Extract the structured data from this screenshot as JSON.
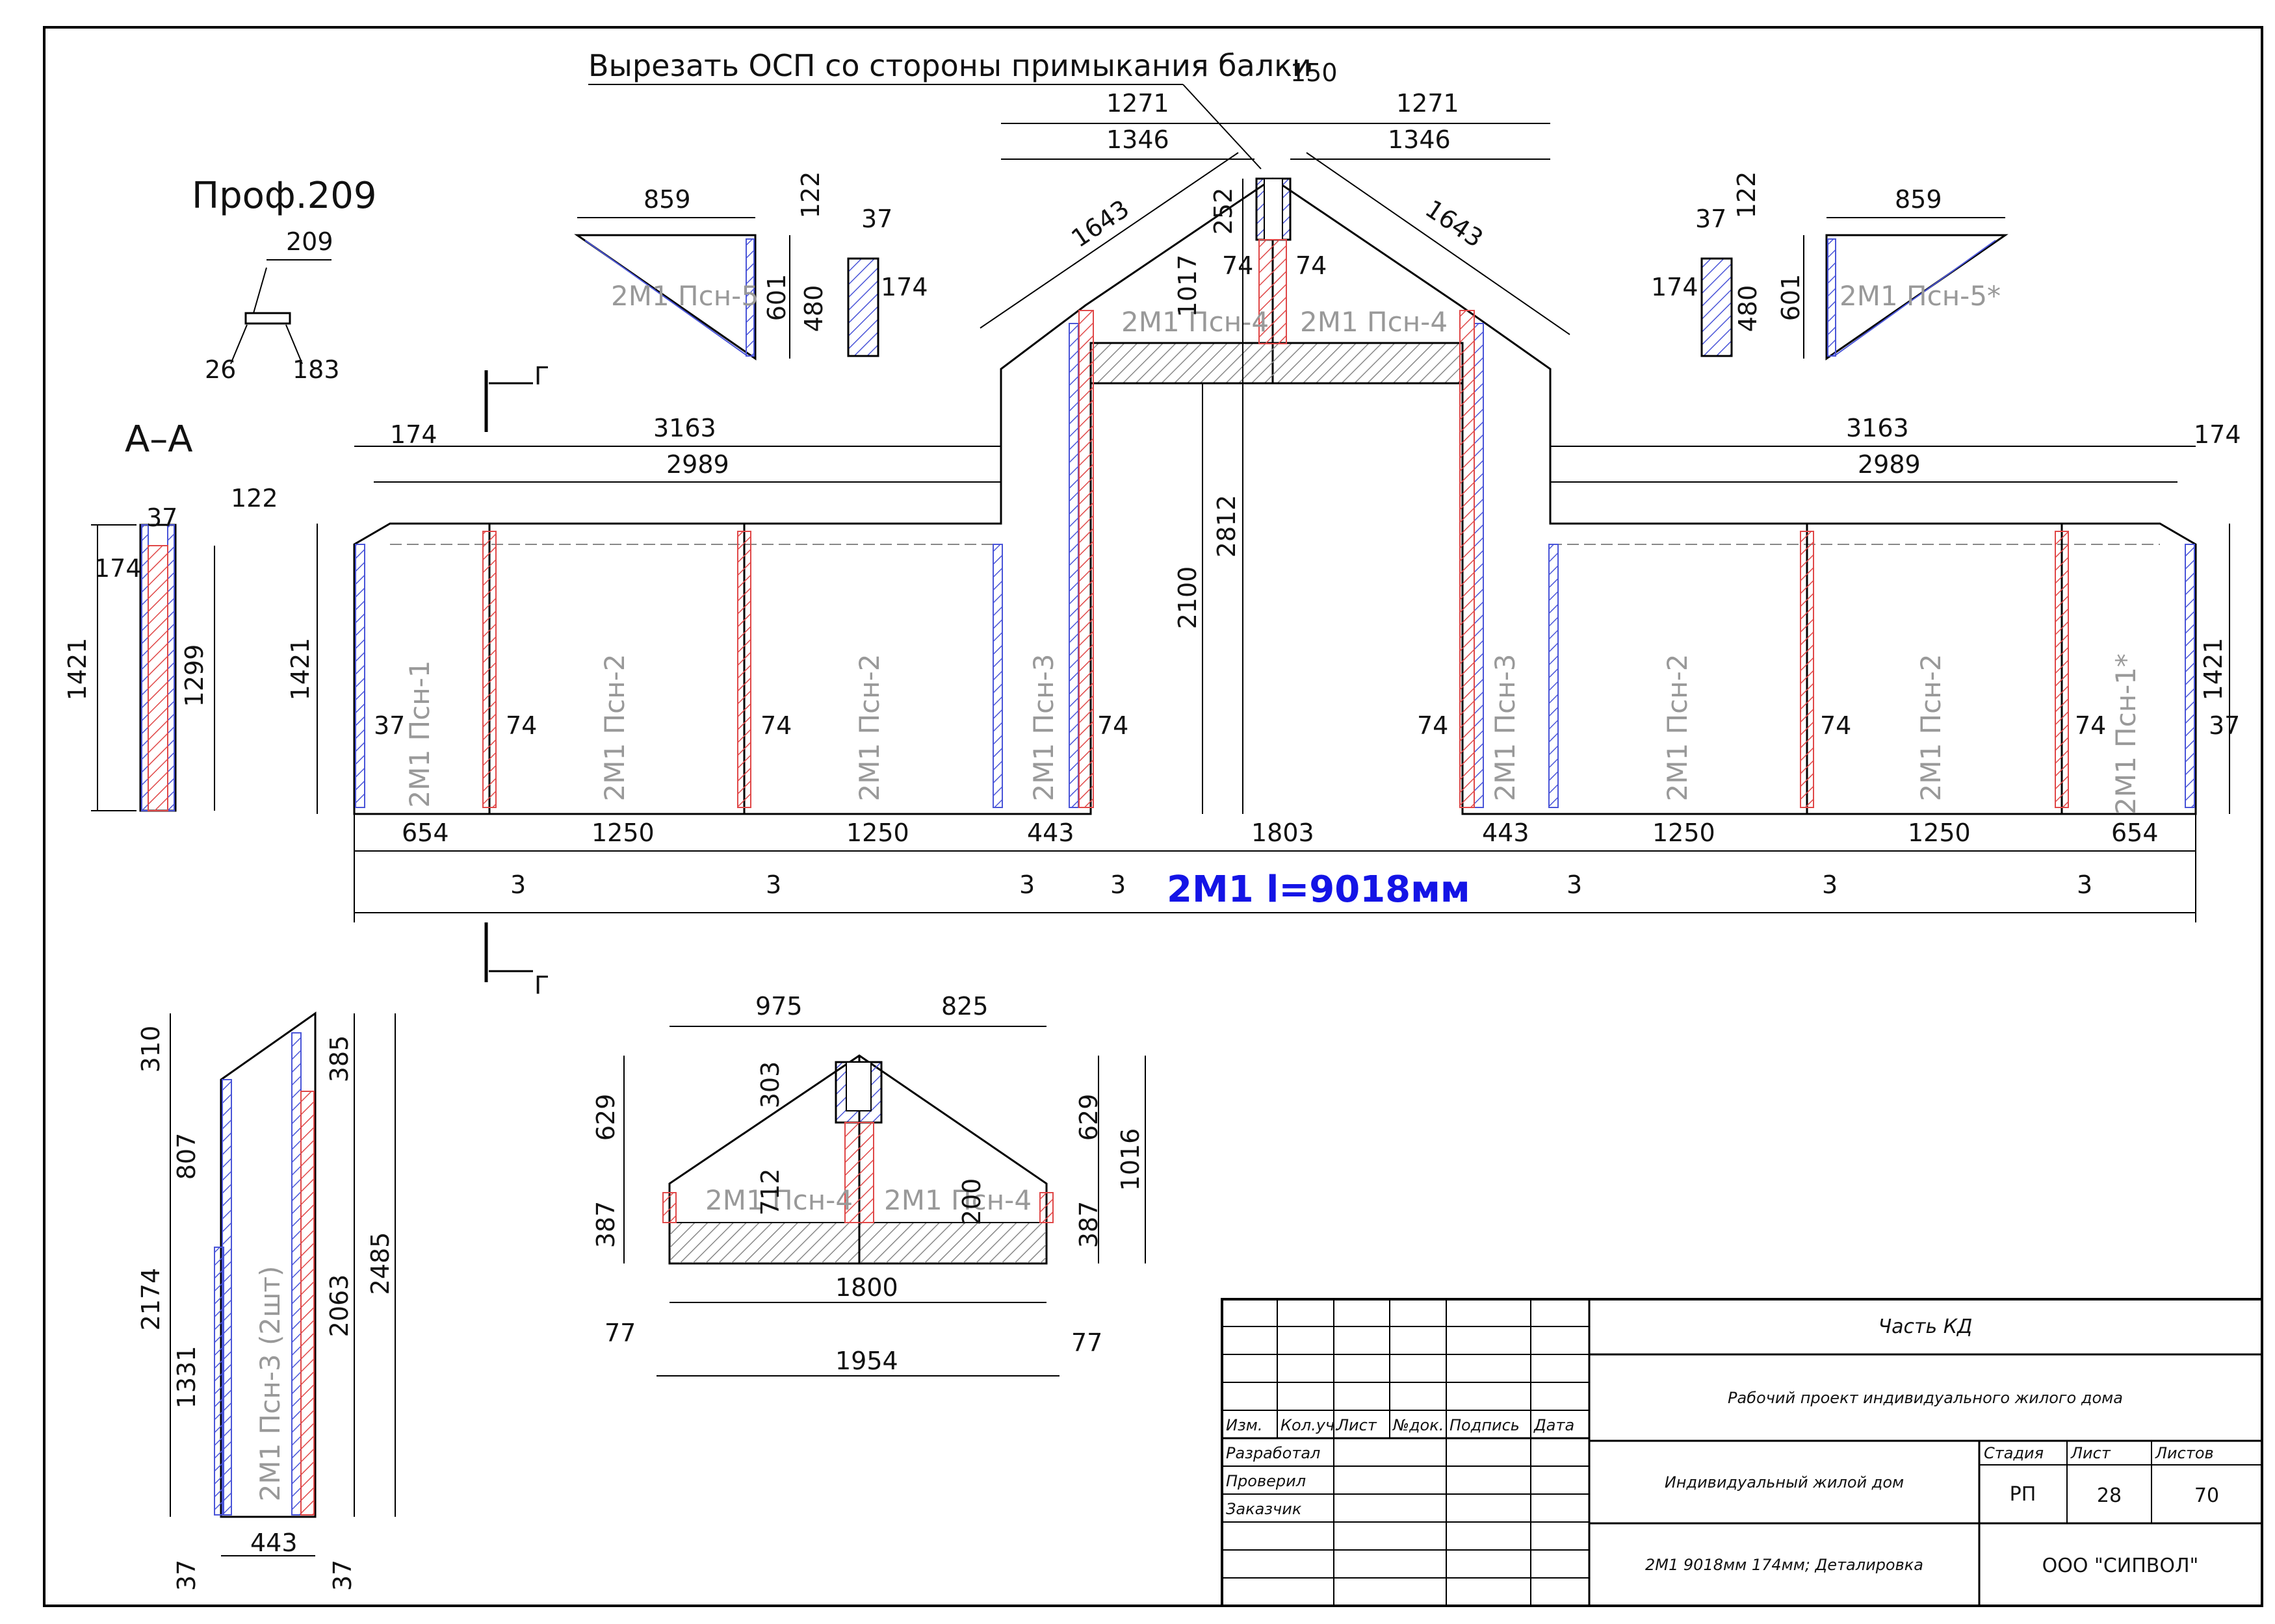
{
  "note": "Вырезать ОСП со стороны примыкания балки",
  "profile": {
    "title": "Проф.209",
    "d209": "209",
    "d26": "26",
    "d183": "183"
  },
  "section_aa": {
    "title": "А–А",
    "d37": "37",
    "d122": "122",
    "d174": "174",
    "d1421": "1421",
    "d1299": "1299"
  },
  "cut_mark": "Г",
  "main": {
    "caption": "2М1 l=9018мм",
    "caption_color": "#1414e6",
    "dims_top": {
      "d150": "150",
      "d1271": "1271",
      "d1346": "1346",
      "d1643": "1643",
      "d252": "252",
      "d1017": "1017",
      "d74": "74",
      "d174": "174",
      "d3163": "3163",
      "d2989": "2989"
    },
    "dims_height": {
      "d1421": "1421",
      "d2812": "2812",
      "d2100": "2100",
      "d37": "37",
      "d74": "74"
    },
    "bottom_dims": [
      "654",
      "1250",
      "1250",
      "443",
      "1803",
      "443",
      "1250",
      "1250",
      "654"
    ],
    "gap_dim": "3",
    "panel_labels": {
      "p1": "2М1 Псн-1",
      "p2": "2М1 Псн-2",
      "p3": "2М1 Псн-3",
      "p4": "2М1 Псн-4",
      "p5": "2М1 Псн-5",
      "p1s": "2М1 Псн-1*",
      "p5s": "2М1 Псн-5*"
    },
    "tri": {
      "d859": "859",
      "d122": "122",
      "d37": "37",
      "d601": "601",
      "d480": "480",
      "d174": "174"
    }
  },
  "left_piece": {
    "label": "2М1 Псн-3 (2шт)",
    "d310": "310",
    "d807": "807",
    "d2174": "2174",
    "d1331": "1331",
    "d385": "385",
    "d2063": "2063",
    "d2485": "2485",
    "d443": "443",
    "d37": "37"
  },
  "gable_piece": {
    "d975": "975",
    "d825": "825",
    "d303": "303",
    "d629": "629",
    "d1016": "1016",
    "d712": "712",
    "d200": "200",
    "d387": "387",
    "d1800": "1800",
    "d1954": "1954",
    "d77": "77"
  },
  "title_block": {
    "headers": [
      "Изм.",
      "Кол.уч.",
      "Лист",
      "№док.",
      "Подпись",
      "Дата"
    ],
    "roles": [
      "Разработал",
      "Проверил",
      "Заказчик"
    ],
    "part": "Часть КД",
    "project": "Рабочий проект индивидуального жилого дома",
    "object": "Индивидуальный жилой дом",
    "drawing": "2М1 9018мм 174мм; Деталировка",
    "stage_hdr": "Стадия",
    "sheet_hdr": "Лист",
    "sheets_hdr": "Листов",
    "stage": "РП",
    "sheet": "28",
    "sheets": "70",
    "company": "ООО \"СИПВОЛ\""
  }
}
